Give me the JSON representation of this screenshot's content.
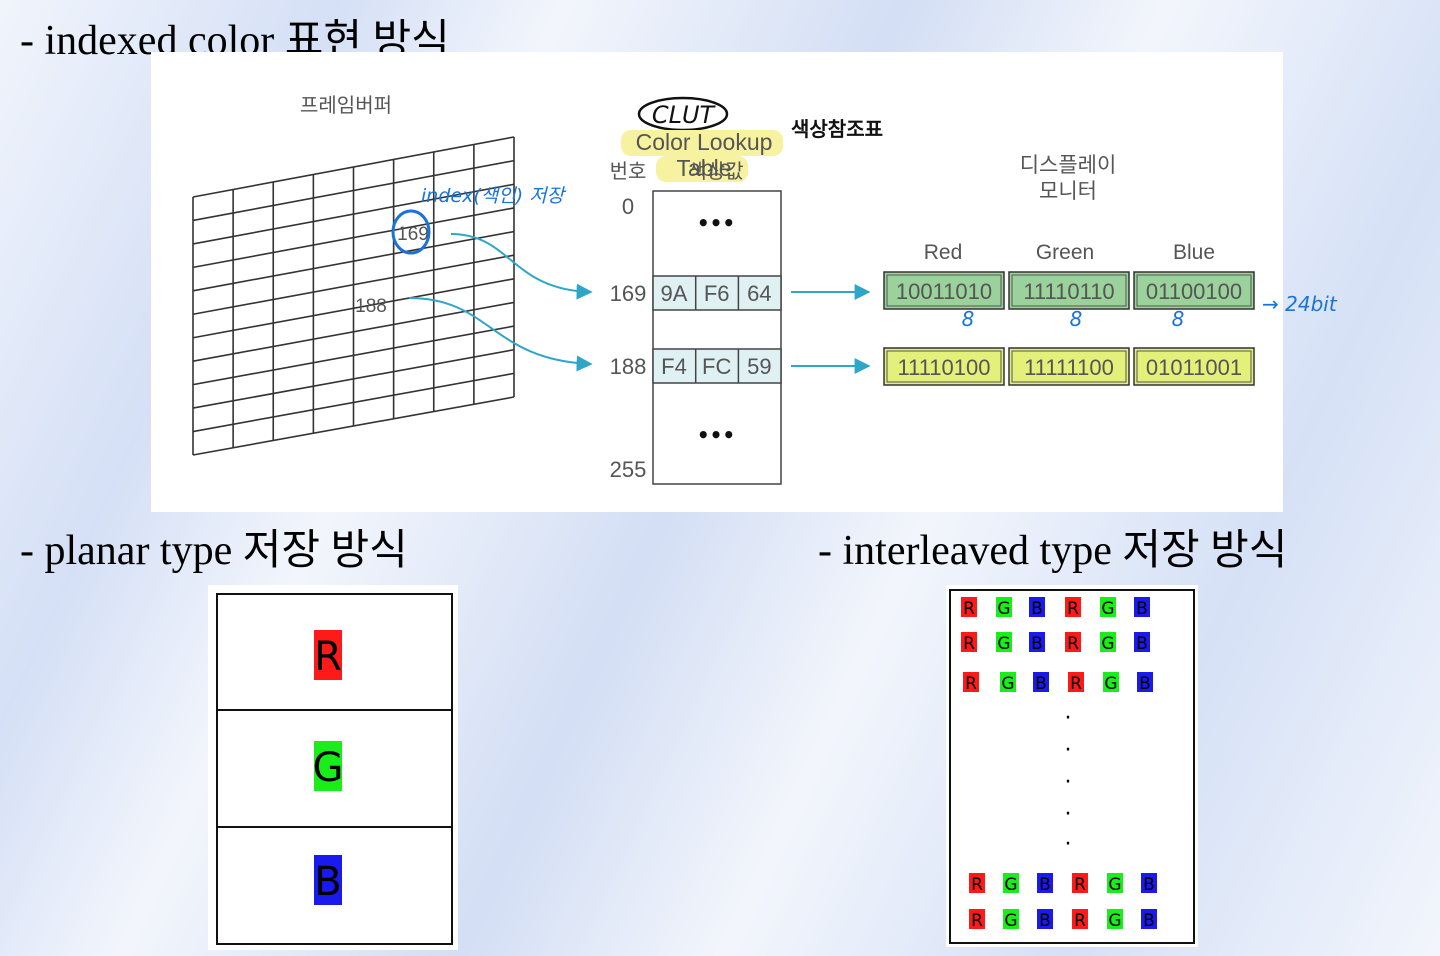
{
  "headings": {
    "indexed": "- indexed color 표현 방식",
    "planar": "- planar type 저장 방식",
    "interleaved": "- interleaved type 저장 방식"
  },
  "diagram": {
    "framebuffer_label": "프레임버퍼",
    "clut_annotation": "CLUT",
    "clut_title_line1": "Color Lookup",
    "clut_title_line2": "Table",
    "clut_korean_note": "색상참조표",
    "col_number": "번호",
    "col_color_value": "색상값",
    "index_note": "index(색인) 저장",
    "fb_cell_a": "169",
    "fb_cell_b": "188",
    "row_labels": [
      "0",
      "169",
      "188",
      "255"
    ],
    "ellipsis": "•••",
    "entry_169": [
      "9A",
      "F6",
      "64"
    ],
    "entry_188": [
      "F4",
      "FC",
      "59"
    ],
    "display_label_line1": "디스플레이",
    "display_label_line2": "모니터",
    "channels": [
      "Red",
      "Green",
      "Blue"
    ],
    "bits_169": [
      "10011010",
      "11110110",
      "01100100"
    ],
    "bits_188": [
      "11110100",
      "11111100",
      "01011001"
    ],
    "bit_widths": [
      "8",
      "8",
      "8"
    ],
    "bit_total_note": "→ 24bit",
    "colors": {
      "green_box": "#9bd19b",
      "yellow_box": "#e3f07a",
      "clut_cell": "#dff1f3",
      "arrow": "#2ea6c8",
      "hand": "#1a73d9"
    }
  },
  "planar": {
    "labels": [
      "R",
      "G",
      "B"
    ],
    "colors": [
      "#ff1a1a",
      "#1aee1a",
      "#1a1aee"
    ]
  },
  "interleaved": {
    "row_pattern": [
      "R",
      "G",
      "B",
      "R",
      "G",
      "B"
    ],
    "colors": {
      "R": "#ff1a1a",
      "G": "#1aee1a",
      "B": "#1a1aee"
    },
    "vertical_dots": "·"
  }
}
